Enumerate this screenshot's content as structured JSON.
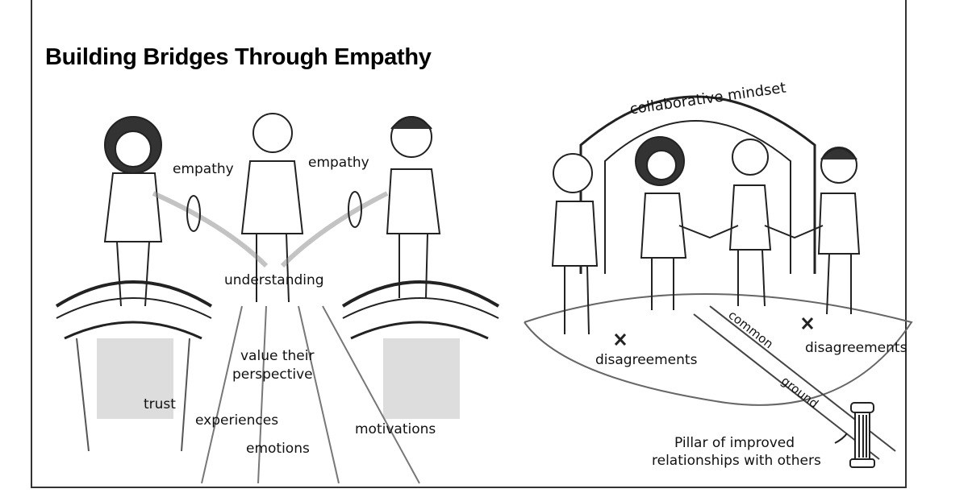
{
  "title": "Building Bridges Through Empathy",
  "left_panel": {
    "labels": {
      "empathy_left": "empathy",
      "empathy_center": "empathy",
      "understanding": "understanding",
      "value_perspective_1": "value their",
      "value_perspective_2": "perspective",
      "trust": "trust",
      "experiences": "experiences",
      "emotions": "emotions",
      "motivations": "motivations"
    }
  },
  "right_panel": {
    "labels": {
      "arch": "collaborative mindset",
      "disagreements_left": "disagreements",
      "disagreements_right": "disagreements",
      "common": "common",
      "ground": "ground",
      "pillar_1": "Pillar of improved",
      "pillar_2": "relationships with others"
    }
  }
}
